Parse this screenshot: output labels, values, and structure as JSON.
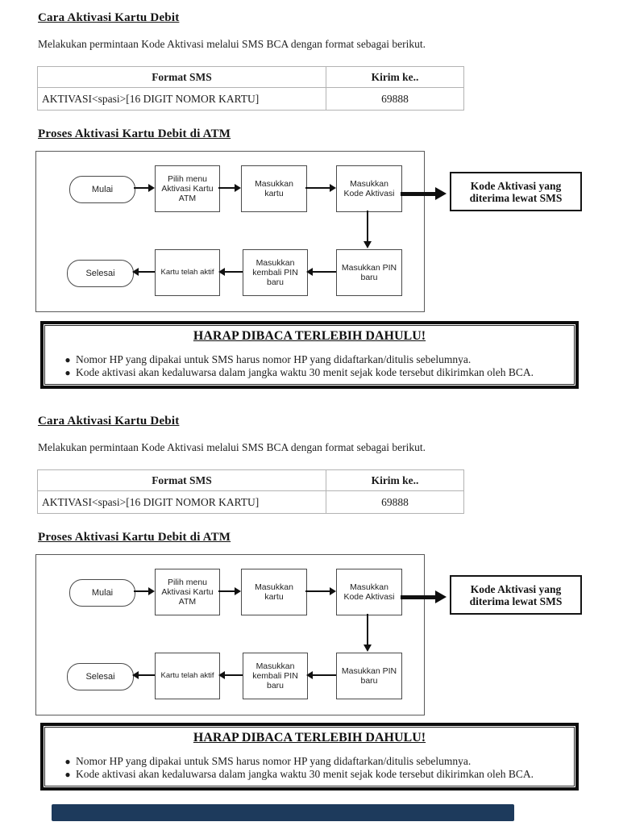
{
  "colors": {
    "table_border": "#b3b3b3",
    "flow_border": "#4a4a4a",
    "arrow": "#111111",
    "footer_bar": "#1d3a5c"
  },
  "sections": [
    {
      "heading": "Cara Aktivasi Kartu Debit",
      "intro": "Melakukan permintaan Kode Aktivasi melalui SMS BCA dengan format sebagai berikut.",
      "sms_table": {
        "headers": [
          "Format SMS",
          "Kirim ke.."
        ],
        "rows": [
          [
            "AKTIVASI<spasi>[16 DIGIT NOMOR KARTU]",
            "69888"
          ]
        ]
      },
      "flow_heading": "Proses Aktivasi Kartu Debit di ATM",
      "flowchart": {
        "start": "Mulai",
        "step1": "Pilih menu\nAktivasi Kartu\nATM",
        "step2": "Masukkan\nkartu",
        "step3": "Masukkan\nKode Aktivasi",
        "step4": "Masukkan PIN\nbaru",
        "step5": "Masukkan\nkembali PIN\nbaru",
        "step6": "Kartu telah aktif",
        "end": "Selesai",
        "side_note": "Kode Aktivasi yang\nditerima lewat SMS"
      },
      "warning": {
        "title": "HARAP DIBACA TERLEBIH DAHULU!",
        "bullets": [
          "Nomor HP yang dipakai untuk SMS harus nomor HP yang didaftarkan/ditulis sebelumnya.",
          "Kode aktivasi akan kedaluwarsa dalam jangka waktu 30 menit sejak kode tersebut dikirimkan oleh BCA."
        ]
      }
    },
    {
      "heading": "Cara Aktivasi Kartu Debit",
      "intro": "Melakukan permintaan Kode Aktivasi melalui SMS BCA dengan format sebagai berikut.",
      "sms_table": {
        "headers": [
          "Format SMS",
          "Kirim ke.."
        ],
        "rows": [
          [
            "AKTIVASI<spasi>[16 DIGIT NOMOR KARTU]",
            "69888"
          ]
        ]
      },
      "flow_heading": "Proses Aktivasi Kartu Debit di ATM",
      "flowchart": {
        "start": "Mulai",
        "step1": "Pilih menu\nAktivasi Kartu\nATM",
        "step2": "Masukkan\nkartu",
        "step3": "Masukkan\nKode Aktivasi",
        "step4": "Masukkan PIN\nbaru",
        "step5": "Masukkan\nkembali PIN\nbaru",
        "step6": "Kartu telah aktif",
        "end": "Selesai",
        "side_note": "Kode Aktivasi yang\nditerima lewat SMS"
      },
      "warning": {
        "title": "HARAP DIBACA TERLEBIH DAHULU!",
        "bullets": [
          "Nomor HP yang dipakai untuk SMS harus nomor HP yang didaftarkan/ditulis sebelumnya.",
          "Kode aktivasi akan kedaluwarsa dalam jangka waktu 30 menit sejak kode tersebut dikirimkan oleh BCA."
        ]
      }
    }
  ]
}
